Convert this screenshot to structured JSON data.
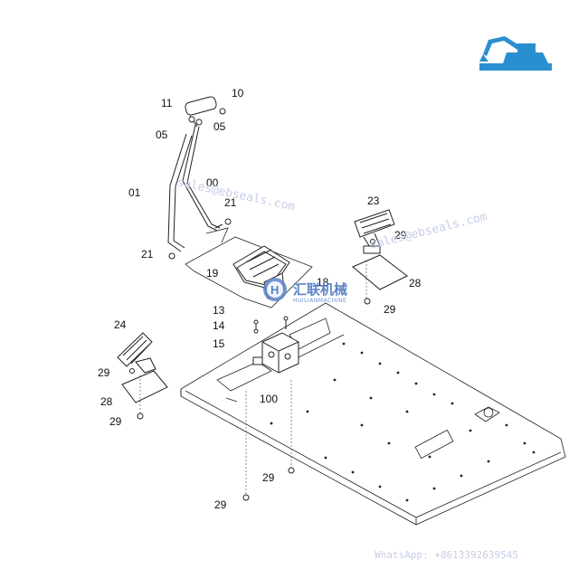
{
  "callouts": [
    {
      "key": "11",
      "text": "11"
    },
    {
      "key": "10",
      "text": "10"
    },
    {
      "key": "05a",
      "text": "05"
    },
    {
      "key": "05b",
      "text": "05"
    },
    {
      "key": "00",
      "text": "00"
    },
    {
      "key": "01",
      "text": "01"
    },
    {
      "key": "21a",
      "text": "21"
    },
    {
      "key": "21b",
      "text": "21"
    },
    {
      "key": "23",
      "text": "23"
    },
    {
      "key": "29a",
      "text": "29"
    },
    {
      "key": "28a",
      "text": "28"
    },
    {
      "key": "29b",
      "text": "29"
    },
    {
      "key": "19",
      "text": "19"
    },
    {
      "key": "18",
      "text": "18"
    },
    {
      "key": "13",
      "text": "13"
    },
    {
      "key": "14",
      "text": "14"
    },
    {
      "key": "15",
      "text": "15"
    },
    {
      "key": "24",
      "text": "24"
    },
    {
      "key": "29c",
      "text": "29"
    },
    {
      "key": "28b",
      "text": "28"
    },
    {
      "key": "29d",
      "text": "29"
    },
    {
      "key": "100",
      "text": "100"
    },
    {
      "key": "29e",
      "text": "29"
    },
    {
      "key": "29f",
      "text": "29"
    }
  ],
  "watermark": {
    "url1": "sales@ebseals.com",
    "url2": "sales@ebseals.com",
    "whatsapp": "WhatsApp: +8613392639545"
  },
  "brand": {
    "name_cn": "汇联机械",
    "name_en": "HUILIANMACHINE",
    "mark": "H"
  },
  "colors": {
    "line": "#222222",
    "excavator": "#2a8fd0",
    "watermark": "#c8cde8",
    "brand": "#5b82c8"
  },
  "icons": {
    "logo": "excavator-icon",
    "brand": "huilian-logo-icon"
  }
}
